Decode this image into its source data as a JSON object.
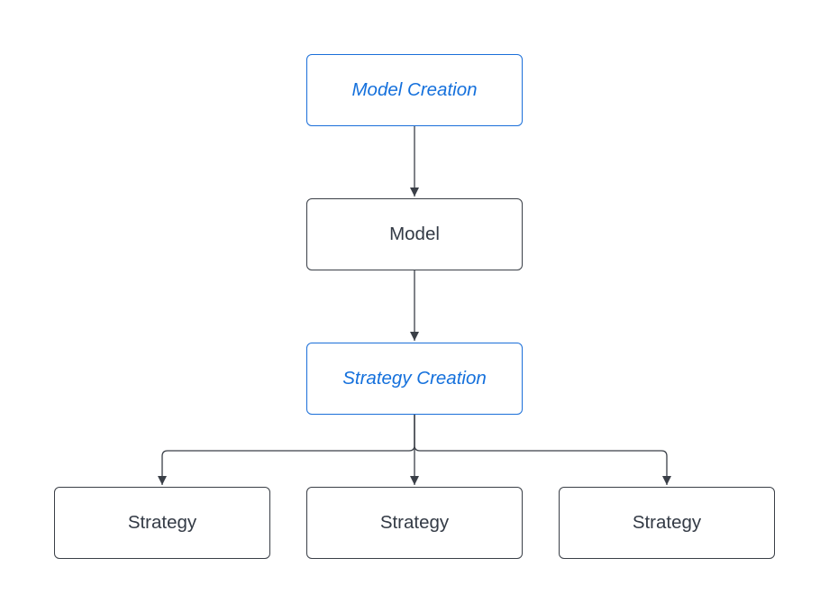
{
  "diagram": {
    "nodes": [
      {
        "id": "model_creation",
        "label": "Model Creation",
        "kind": "activity"
      },
      {
        "id": "model",
        "label": "Model",
        "kind": "process"
      },
      {
        "id": "strategy_creation",
        "label": "Strategy Creation",
        "kind": "activity"
      },
      {
        "id": "strategy_1",
        "label": "Strategy",
        "kind": "process"
      },
      {
        "id": "strategy_2",
        "label": "Strategy",
        "kind": "process"
      },
      {
        "id": "strategy_3",
        "label": "Strategy",
        "kind": "process"
      }
    ],
    "edges": [
      {
        "from": "model_creation",
        "to": "model"
      },
      {
        "from": "model",
        "to": "strategy_creation"
      },
      {
        "from": "strategy_creation",
        "to": "strategy_1"
      },
      {
        "from": "strategy_creation",
        "to": "strategy_2"
      },
      {
        "from": "strategy_creation",
        "to": "strategy_3"
      }
    ],
    "colors": {
      "activity_text": "#1470dc",
      "activity_border": "#1b6fd9",
      "process_text": "#333a45",
      "process_border": "#3a3f47",
      "connector": "#3a3f47"
    }
  }
}
